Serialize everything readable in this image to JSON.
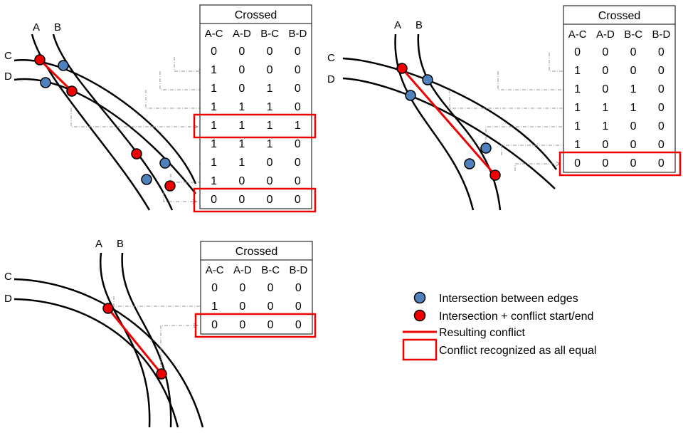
{
  "colors": {
    "intersection": "#4f81bd",
    "conflict": "#ee0000",
    "conflict_line": "#ee0000",
    "highlight_box": "#ee0000",
    "edge": "#000000",
    "arrow": "#909090"
  },
  "panels": [
    {
      "id": "panel-1",
      "edge_labels": [
        "A",
        "B",
        "C",
        "D"
      ],
      "table": {
        "title": "Crossed",
        "headers": [
          "A-C",
          "A-D",
          "B-C",
          "B-D"
        ],
        "rows": [
          [
            "0",
            "0",
            "0",
            "0"
          ],
          [
            "1",
            "0",
            "0",
            "0"
          ],
          [
            "1",
            "0",
            "1",
            "0"
          ],
          [
            "1",
            "1",
            "1",
            "0"
          ],
          [
            "1",
            "1",
            "1",
            "1"
          ],
          [
            "1",
            "1",
            "1",
            "0"
          ],
          [
            "1",
            "1",
            "0",
            "0"
          ],
          [
            "1",
            "0",
            "0",
            "0"
          ],
          [
            "0",
            "0",
            "0",
            "0"
          ]
        ],
        "highlighted_rows": [
          4,
          8
        ]
      }
    },
    {
      "id": "panel-2",
      "edge_labels": [
        "A",
        "B",
        "C",
        "D"
      ],
      "table": {
        "title": "Crossed",
        "headers": [
          "A-C",
          "A-D",
          "B-C",
          "B-D"
        ],
        "rows": [
          [
            "0",
            "0",
            "0",
            "0"
          ],
          [
            "1",
            "0",
            "0",
            "0"
          ],
          [
            "1",
            "0",
            "1",
            "0"
          ],
          [
            "1",
            "1",
            "1",
            "0"
          ],
          [
            "1",
            "1",
            "0",
            "0"
          ],
          [
            "1",
            "0",
            "0",
            "0"
          ],
          [
            "0",
            "0",
            "0",
            "0"
          ]
        ],
        "highlighted_rows": [
          6
        ]
      }
    },
    {
      "id": "panel-3",
      "edge_labels": [
        "A",
        "B",
        "C",
        "D"
      ],
      "table": {
        "title": "Crossed",
        "headers": [
          "A-C",
          "A-D",
          "B-C",
          "B-D"
        ],
        "rows": [
          [
            "0",
            "0",
            "0",
            "0"
          ],
          [
            "1",
            "0",
            "0",
            "0"
          ],
          [
            "0",
            "0",
            "0",
            "0"
          ]
        ],
        "highlighted_rows": [
          2
        ]
      }
    }
  ],
  "legend": {
    "items": [
      {
        "kind": "blue-dot",
        "label": "Intersection between edges"
      },
      {
        "kind": "red-dot",
        "label": "Intersection + conflict start/end"
      },
      {
        "kind": "red-line",
        "label": "Resulting conflict"
      },
      {
        "kind": "red-box",
        "label": "Conflict recognized as all equal"
      }
    ]
  }
}
